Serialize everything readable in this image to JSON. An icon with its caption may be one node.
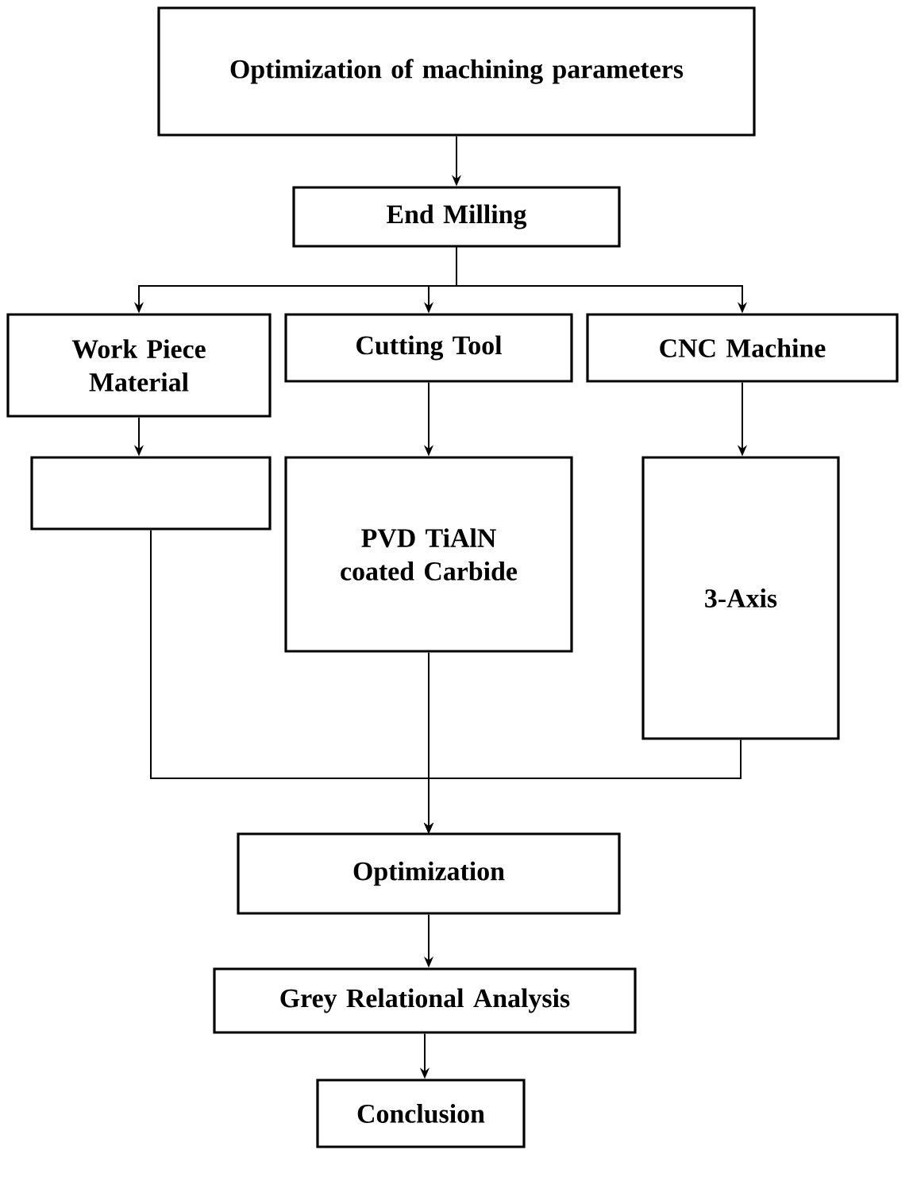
{
  "diagram": {
    "nodes": [
      {
        "text": [
          "Optimization of machining parameters"
        ]
      },
      {
        "text": [
          "End Milling"
        ]
      },
      {
        "text": [
          "Work Piece Material"
        ]
      },
      {
        "text": [
          "Cutting Tool"
        ]
      },
      {
        "text": [
          "CNC Machine"
        ]
      },
      {
        "text": [],
        "shape": "box"
      },
      {
        "text": [
          "PVD TiAlN coated Carbide"
        ]
      },
      {
        "text": [
          "3-Axis"
        ]
      },
      {
        "text": [
          "Optimization"
        ]
      },
      {
        "text": [
          "Grey Relational Analysis"
        ]
      },
      {
        "text": [
          "Conclusion"
        ]
      }
    ],
    "edges": [
      {
        "from": 0,
        "to": 1,
        "arrow": "to"
      },
      {
        "from": 1,
        "to": 2,
        "arrow": "to"
      },
      {
        "from": 1,
        "to": 3,
        "arrow": "to"
      },
      {
        "from": 1,
        "to": 4,
        "arrow": "to"
      },
      {
        "from": 2,
        "to": 5,
        "arrow": "to"
      },
      {
        "from": 3,
        "to": 6,
        "arrow": "to"
      },
      {
        "from": 4,
        "to": 7,
        "arrow": "to"
      },
      {
        "from": 5,
        "to": 8,
        "arrow": "to"
      },
      {
        "from": 6,
        "to": 8,
        "arrow": "to"
      },
      {
        "from": 7,
        "to": 8,
        "arrow": "to"
      },
      {
        "from": 8,
        "to": 9,
        "arrow": "to"
      },
      {
        "from": 9,
        "to": 10,
        "arrow": "to"
      }
    ]
  }
}
